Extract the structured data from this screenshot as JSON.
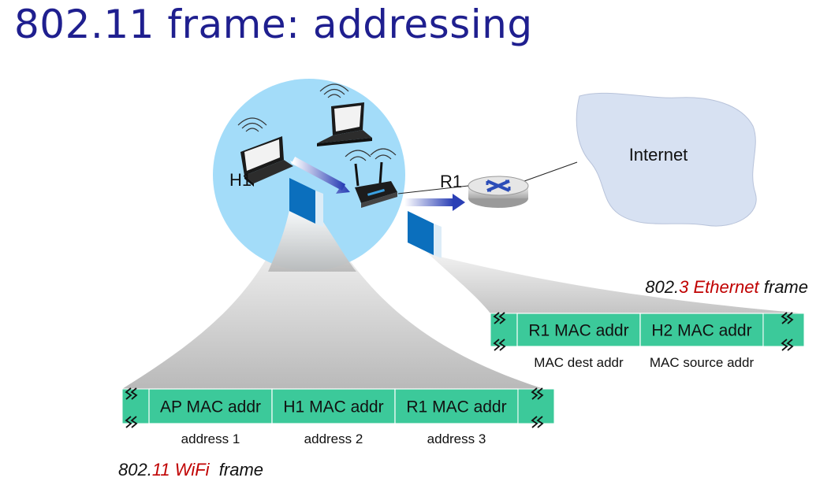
{
  "title": "802.11 frame: addressing",
  "nodes": {
    "internet": "Internet",
    "h1": "H1",
    "r1": "R1"
  },
  "wifi_frame": {
    "fields": [
      "AP MAC addr",
      "H1 MAC addr",
      "R1 MAC addr"
    ],
    "captions": [
      "address 1",
      "address 2",
      "address 3"
    ],
    "label": {
      "prefix": "802.",
      "num": "11",
      "name": " WiFi",
      "suffix": "  frame"
    }
  },
  "ethernet_frame": {
    "fields": [
      "R1 MAC addr",
      "H2 MAC addr"
    ],
    "captions": [
      "MAC dest addr",
      "MAC source addr"
    ],
    "label": {
      "prefix": "802.",
      "num": "3",
      "name": " Ethernet",
      "suffix": " frame"
    }
  },
  "colors": {
    "title": "#1f1f8f",
    "frame_fill": "#3cc99a",
    "wireless_cell": "#a3dcf9",
    "internet_cloud": "#d7e1f2",
    "highlight": "#c00000",
    "packet_blue": "#0b6fbd"
  },
  "icons": [
    "laptop-icon",
    "wifi-access-point-icon",
    "router-icon",
    "cloud-icon",
    "packet-icon"
  ]
}
